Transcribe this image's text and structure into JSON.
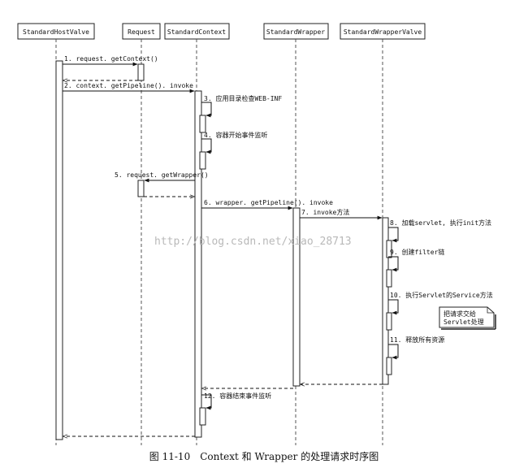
{
  "participants": [
    "StandardHostValve",
    "Request",
    "StandardContext",
    "StandardWrapper",
    "StandardWrapperValve"
  ],
  "messages": [
    "1. request. getContext()",
    "2. context. getPipeline(). invoke",
    "3. 应用目录检查WEB-INF",
    "4. 容器开始事件监听",
    "5. request. getWrapper()",
    "6. wrapper. getPipeline(). invoke",
    "7. invoke方法",
    "8. 加载servlet, 执行init方法",
    "9. 创建filter链",
    "10. 执行Servlet的Service方法",
    "11. 释放所有资源",
    "12. 容器结束事件监听"
  ],
  "note": [
    "把请求交给",
    "Servlet处理"
  ],
  "watermark": "http://blog.csdn.net/xiao_28713",
  "caption": {
    "figure": "图 11-10",
    "title": "Context 和 Wrapper 的处理请求时序图"
  }
}
